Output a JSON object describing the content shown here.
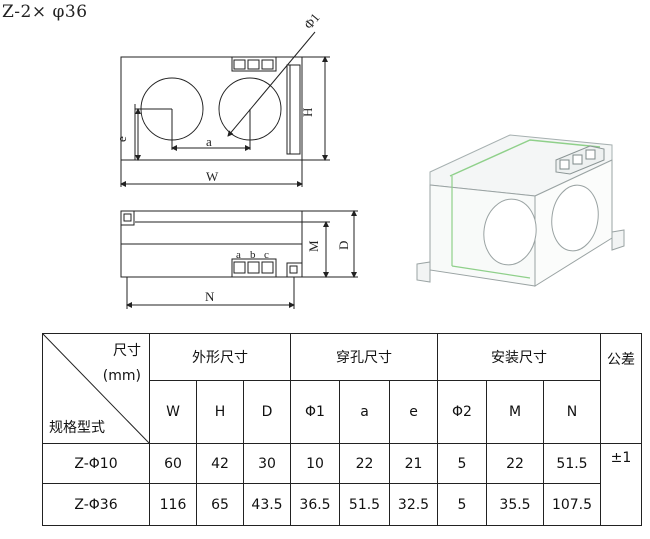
{
  "title": "Z-2× φ36",
  "drawing": {
    "front_labels": {
      "phi1": "Φ1",
      "H": "H",
      "e": "e",
      "a": "a",
      "W": "W"
    },
    "side_labels": {
      "M": "M",
      "D": "D",
      "N": "N"
    },
    "terminal_letters": [
      "a",
      "b",
      "c"
    ]
  },
  "table": {
    "corner_top": "尺寸",
    "corner_unit": "(mm)",
    "corner_bottom": "规格型式",
    "groups": {
      "outer": "外形尺寸",
      "hole": "穿孔尺寸",
      "mount": "安装尺寸",
      "tolerance": "公差"
    },
    "columns": [
      "W",
      "H",
      "D",
      "Φ1",
      "a",
      "e",
      "Φ2",
      "M",
      "N"
    ],
    "rows": [
      {
        "model": "Z-Φ10",
        "values": [
          "60",
          "42",
          "30",
          "10",
          "22",
          "21",
          "5",
          "22",
          "51.5"
        ]
      },
      {
        "model": "Z-Φ36",
        "values": [
          "116",
          "65",
          "43.5",
          "36.5",
          "51.5",
          "32.5",
          "5",
          "35.5",
          "107.5"
        ]
      }
    ],
    "tolerance_value": "±1"
  }
}
